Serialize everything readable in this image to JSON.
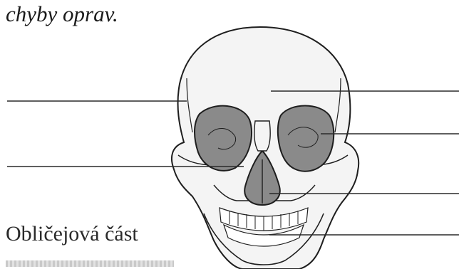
{
  "caption": "chyby oprav.",
  "section_title": "Obličejová část",
  "colors": {
    "outline": "#1e1e1e",
    "bone_fill": "#f4f4f4",
    "cavity_fill": "#8a8a8a",
    "leader_line": "#2a2a2a"
  },
  "icons": [
    "skull-front-view-illustration"
  ]
}
